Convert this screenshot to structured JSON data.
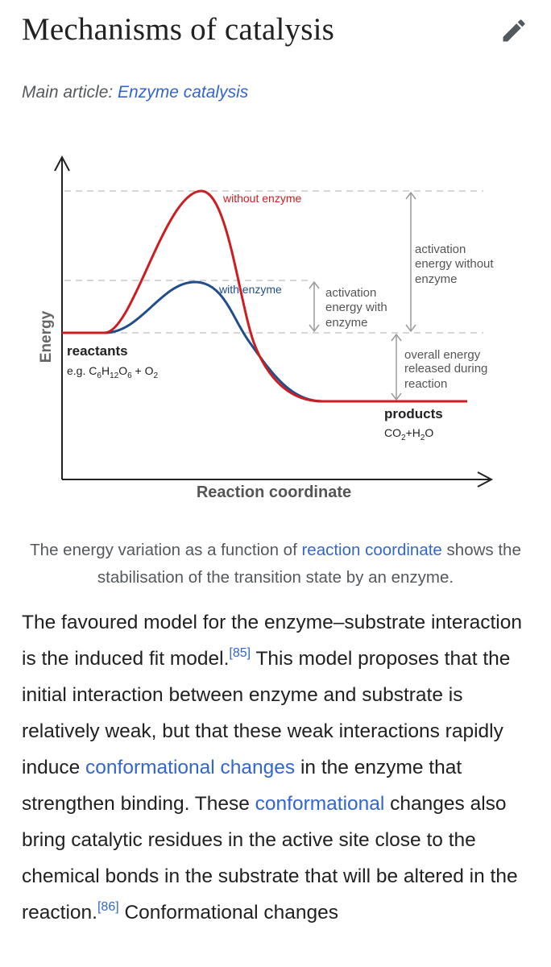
{
  "heading": "Mechanisms of catalysis",
  "hatnote": {
    "prefix": "Main article: ",
    "link": "Enzyme catalysis"
  },
  "figure": {
    "axis_y": "Energy",
    "axis_x": "Reaction coordinate",
    "label_without": "without enzyme",
    "label_with": "with enzyme",
    "ann_with": [
      "activation",
      "energy with",
      "enzyme"
    ],
    "ann_without": [
      "activation",
      "energy without",
      "enzyme"
    ],
    "ann_overall": [
      "overall energy",
      "released during",
      "reaction"
    ],
    "reactants_label": "reactants",
    "reactants_formula": {
      "prefix": "e.g. ",
      "base": [
        "C",
        "H",
        "O"
      ],
      "subs": [
        "6",
        "12",
        "6"
      ],
      "plus": " + O",
      "o2sub": "2"
    },
    "products_label": "products",
    "products_formula": {
      "a": "CO",
      "a_sub": "2",
      "b": "+H",
      "b_sub": "2",
      "c": "O"
    },
    "colors": {
      "without": "#cc1d22",
      "with": "#1f4e8c",
      "axis": "#222222",
      "guides": "#c8c8c8"
    }
  },
  "caption": {
    "part1": "The energy variation as a function of ",
    "link": "reaction coordinate",
    "part2": " shows the stabilisation of the transition state by an enzyme."
  },
  "paragraph": {
    "t1": "The favoured model for the enzyme–substrate interaction is the induced fit model.",
    "ref1": "[85]",
    "t2": " This model proposes that the initial interaction between enzyme and substrate is relatively weak, but that these weak interactions rapidly induce ",
    "link1": "conformational changes",
    "t3": " in the enzyme that strengthen binding. These ",
    "link2": "conformational",
    "t4": " changes also bring catalytic residues in the active site close to the chemical bonds in the substrate that will be altered in the reaction.",
    "ref2": "[86]",
    "t5": " Conformational changes"
  }
}
